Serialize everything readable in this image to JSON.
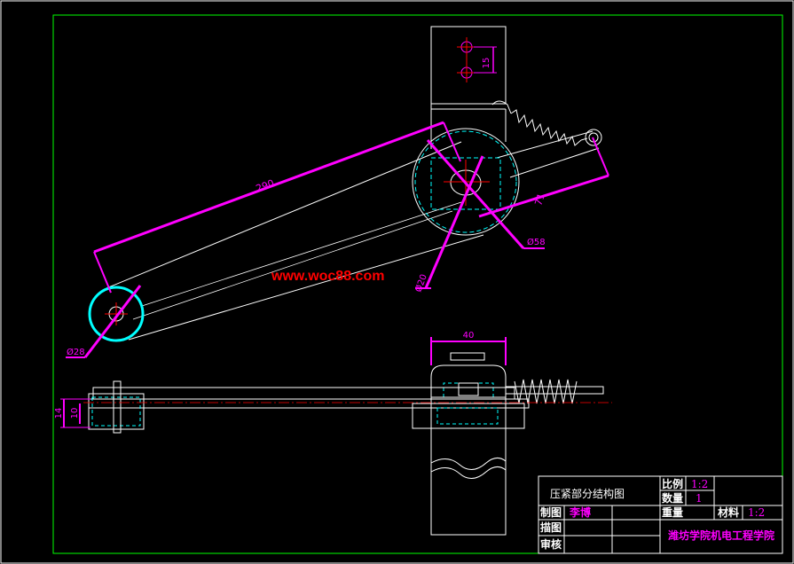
{
  "watermark": "www.woc88.com",
  "colors": {
    "background": "#000000",
    "outline": "#ffffff",
    "border": "#00ff00",
    "dimension": "#ff00ff",
    "hidden": "#00ffff",
    "center": "#ff0000",
    "title_text": "#ffffff",
    "value_text": "#ff00ff"
  },
  "dimensions": {
    "arm_length": "290",
    "offset": "71",
    "disc_diameter": "Ø58",
    "hub_diameter": "Ø20",
    "roller_diameter": "Ø28",
    "hole_spacing": "15",
    "bottom_width": "40",
    "thickness_outer": "14",
    "thickness_inner": "10"
  },
  "title_block": {
    "drawing_title": "压紧部分结构图",
    "scale_label": "比例",
    "scale_value": "1:2",
    "quantity_label": "数量",
    "quantity_value": "1",
    "weight_label": "重量",
    "material_label": "材料",
    "material_value": "1:2",
    "drawn_label": "制图",
    "drawn_value": "李博",
    "traced_label": "描图",
    "checked_label": "审核",
    "school": "潍坊学院机电工程学院"
  }
}
